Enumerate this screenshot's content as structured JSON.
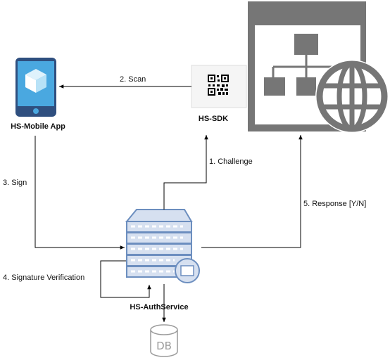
{
  "nodes": {
    "mobile": {
      "label": "HS-Mobile App",
      "icon": "smartphone-icon"
    },
    "sdk": {
      "label": "HS-SDK",
      "icon": "qr-code-icon"
    },
    "web": {
      "label": "",
      "icon": "web-sitemap-globe-icon"
    },
    "auth": {
      "label": "HS-AuthService",
      "icon": "server-icon"
    },
    "db": {
      "label": "DB",
      "icon": "database-icon"
    }
  },
  "edges": {
    "challenge": "1. Challenge",
    "scan": "2. Scan",
    "sign": "3. Sign",
    "verify": "4. Signature Verification",
    "response": "5. Response [Y/N]"
  },
  "colors": {
    "phone_body": "#2f4f7f",
    "phone_screen": "#4aa8e0",
    "server_fill": "#d6e0f0",
    "server_stroke": "#6c8ebf",
    "web_gray": "#767676",
    "db_gray": "#9a9a9a"
  }
}
